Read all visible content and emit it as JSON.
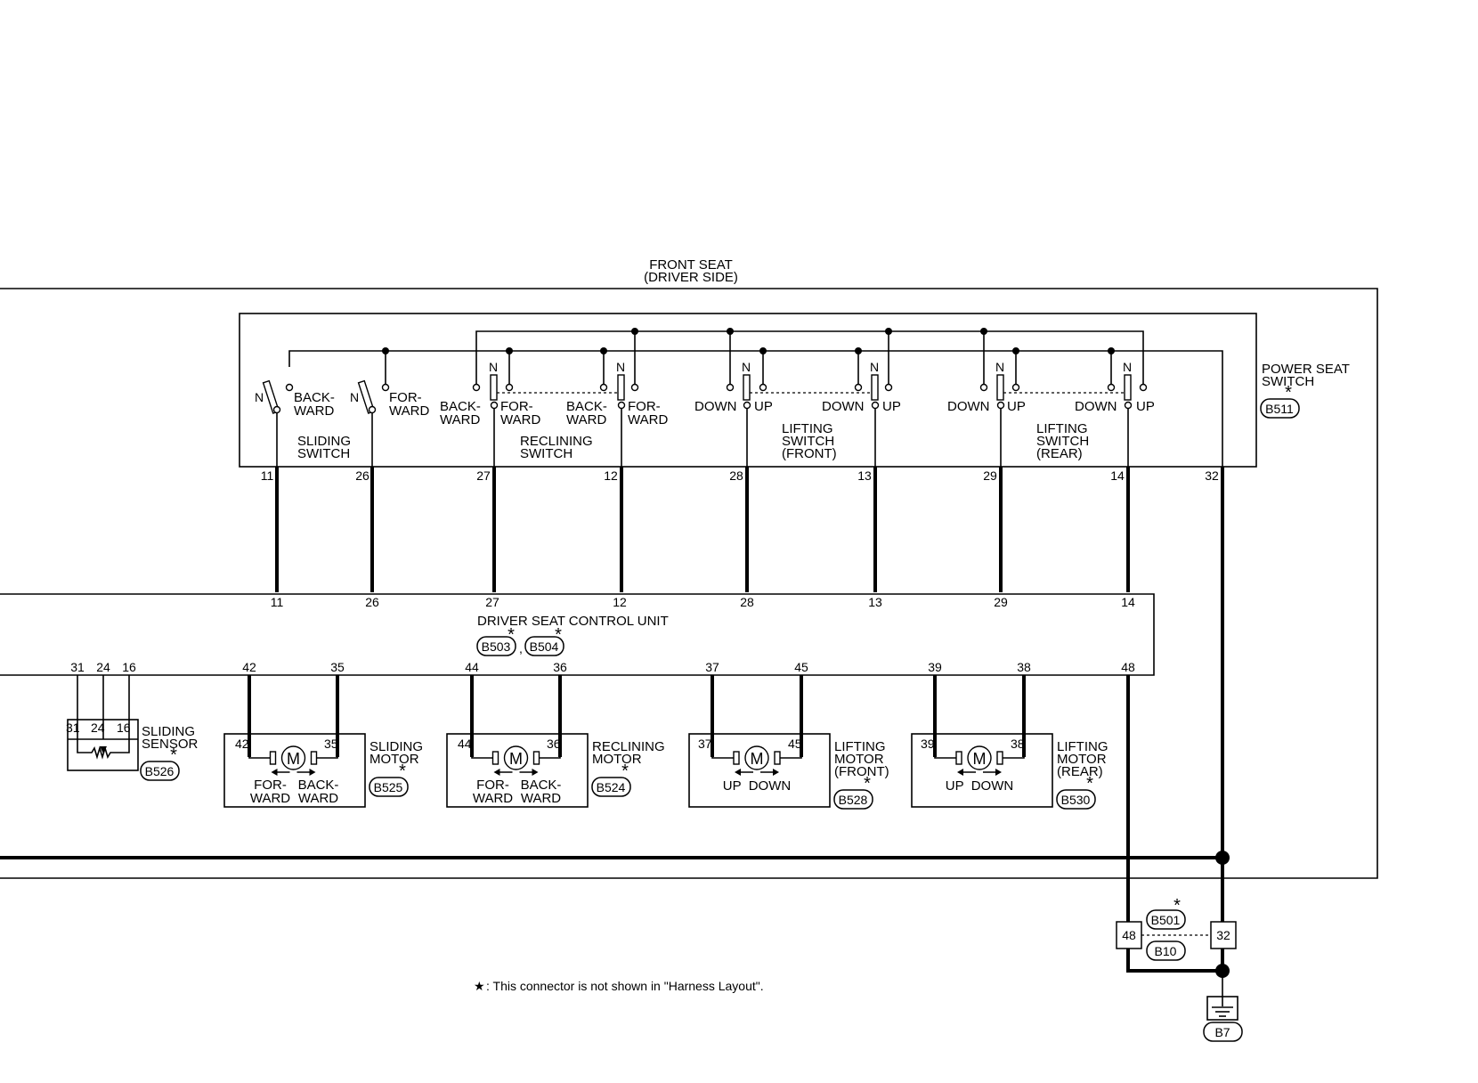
{
  "front_seat": {
    "line1": "FRONT SEAT",
    "line2": "(DRIVER SIDE)"
  },
  "power_seat_switch": {
    "line1": "POWER SEAT",
    "line2": "SWITCH",
    "connector": "B511"
  },
  "star": "*",
  "switches": {
    "sliding": {
      "line1": "SLIDING",
      "line2": "SWITCH",
      "n": "N",
      "backward_1": "BACK-",
      "backward_2": "WARD",
      "forward_1": "FOR-",
      "forward_2": "WARD"
    },
    "reclining": {
      "line1": "RECLINING",
      "line2": "SWITCH",
      "n": "N",
      "back_a1": "BACK-",
      "back_a2": "WARD",
      "fwd_a1": "FOR-",
      "fwd_a2": "WARD",
      "back_b1": "BACK-",
      "back_b2": "WARD",
      "fwd_b1": "FOR-",
      "fwd_b2": "WARD"
    },
    "lifting_front": {
      "line1": "LIFTING",
      "line2": "SWITCH",
      "line3": "(FRONT)",
      "n": "N",
      "down_a": "DOWN",
      "up_a": "UP",
      "down_b": "DOWN",
      "up_b": "UP"
    },
    "lifting_rear": {
      "line1": "LIFTING",
      "line2": "SWITCH",
      "line3": "(REAR)",
      "n": "N",
      "down_a": "DOWN",
      "up_a": "UP",
      "down_b": "DOWN",
      "up_b": "UP"
    }
  },
  "switch_pins": [
    "11",
    "26",
    "27",
    "12",
    "28",
    "13",
    "29",
    "14",
    "32"
  ],
  "control_unit": {
    "name": "DRIVER SEAT CONTROL UNIT",
    "connector_a": "B503",
    "connector_b": "B504",
    "separator": ",",
    "top_pins": [
      "11",
      "26",
      "27",
      "12",
      "28",
      "13",
      "29",
      "14"
    ],
    "bottom_pins": [
      "31",
      "24",
      "16",
      "42",
      "35",
      "44",
      "36",
      "37",
      "45",
      "39",
      "38",
      "48"
    ]
  },
  "sliding_sensor": {
    "line1": "SLIDING",
    "line2": "SENSOR",
    "connector": "B526",
    "pins": [
      "31",
      "24",
      "16"
    ]
  },
  "motors": {
    "sliding": {
      "line1": "SLIDING",
      "line2": "MOTOR",
      "connector": "B525",
      "pins": [
        "42",
        "35"
      ],
      "symbol": "M",
      "left_1": "FOR-",
      "left_2": "WARD",
      "right_1": "BACK-",
      "right_2": "WARD"
    },
    "reclining": {
      "line1": "RECLINING",
      "line2": "MOTOR",
      "connector": "B524",
      "pins": [
        "44",
        "36"
      ],
      "symbol": "M",
      "left_1": "FOR-",
      "left_2": "WARD",
      "right_1": "BACK-",
      "right_2": "WARD"
    },
    "lifting_front": {
      "line1": "LIFTING",
      "line2": "MOTOR",
      "line3": "(FRONT)",
      "connector": "B528",
      "pins": [
        "37",
        "45"
      ],
      "symbol": "M",
      "dir": "UP  DOWN"
    },
    "lifting_rear": {
      "line1": "LIFTING",
      "line2": "MOTOR",
      "line3": "(REAR)",
      "connector": "B530",
      "pins": [
        "39",
        "38"
      ],
      "symbol": "M",
      "dir": "UP  DOWN"
    }
  },
  "harness_connectors": {
    "upper": "B501",
    "lower": "B10",
    "pin_left": "48",
    "pin_right": "32"
  },
  "ground": {
    "connector": "B7"
  },
  "footnote": {
    "star": "★",
    "text": ": This connector is not shown in \"Harness Layout\"."
  }
}
